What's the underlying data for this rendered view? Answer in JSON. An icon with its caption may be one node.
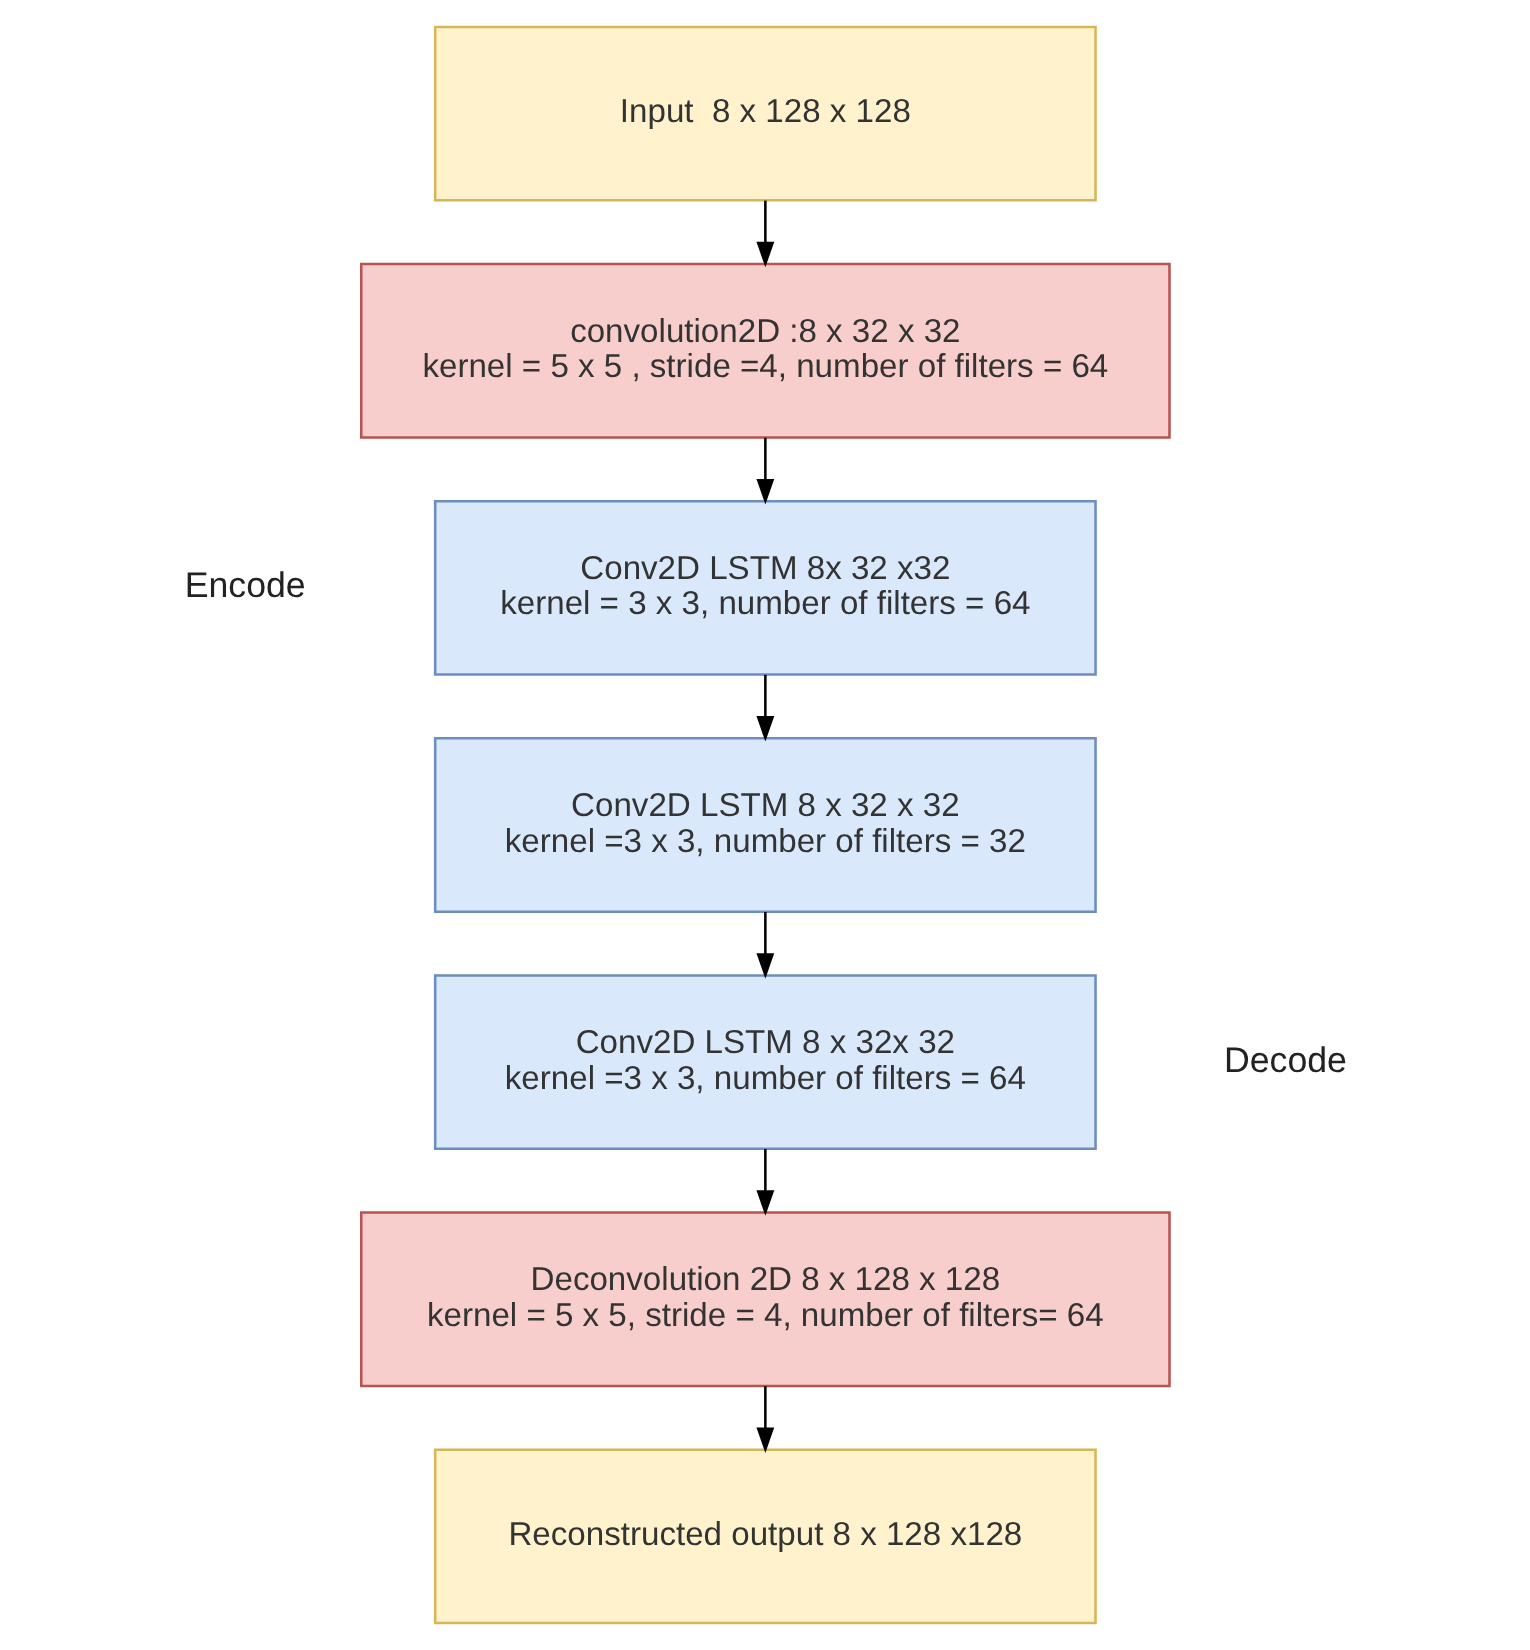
{
  "diagram": {
    "nodes": [
      {
        "text": [
          "Input  8 x 128 x 128"
        ]
      },
      {
        "text": [
          "convolution2D :8 x 32 x 32",
          "kernel = 5 x 5 , stride =4, number of filters = 64"
        ]
      },
      {
        "text": [
          "Conv2D LSTM 8x 32 x32",
          "kernel = 3 x 3, number of filters = 64"
        ]
      },
      {
        "text": [
          "Conv2D LSTM 8 x 32 x 32",
          "kernel =3 x 3, number of filters = 32"
        ]
      },
      {
        "text": [
          "Conv2D LSTM 8 x 32x 32",
          "kernel =3 x 3, number of filters = 64"
        ]
      },
      {
        "text": [
          "Deconvolution 2D 8 x 128 x 128",
          "kernel = 5 x 5, stride = 4, number of filters= 64"
        ]
      },
      {
        "text": [
          "Reconstructed output 8 x 128 x128"
        ]
      }
    ],
    "edges": [
      {
        "from": 0,
        "to": 1,
        "arrow": "to"
      },
      {
        "from": 1,
        "to": 2,
        "arrow": "to"
      },
      {
        "from": 2,
        "to": 3,
        "arrow": "to"
      },
      {
        "from": 3,
        "to": 4,
        "arrow": "to"
      },
      {
        "from": 4,
        "to": 5,
        "arrow": "to"
      },
      {
        "from": 5,
        "to": 6,
        "arrow": "to"
      }
    ],
    "labels": [
      "Encode",
      "Decode"
    ]
  }
}
